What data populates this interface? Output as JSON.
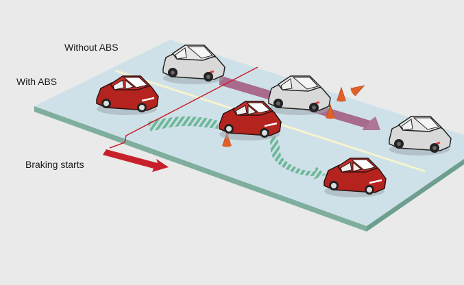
{
  "diagram": {
    "labels": {
      "without_abs": "Without ABS",
      "with_abs": "With ABS",
      "braking_starts": "Braking starts"
    },
    "colors": {
      "background": "#e9eae9",
      "road_surface": "#cfe1e8",
      "road_edge": "#7fae9f",
      "lane_line": "#f3f0c8",
      "braking_line": "#c8202a",
      "without_abs_path": "#a86b8c",
      "with_abs_path": "#6fb89a",
      "red_car": "#b5231f",
      "silver_car": "#d9d9d9",
      "cone": "#e0602a"
    },
    "icons": [
      "red-car-icon",
      "silver-car-icon",
      "traffic-cone-icon",
      "arrow-icon"
    ]
  }
}
